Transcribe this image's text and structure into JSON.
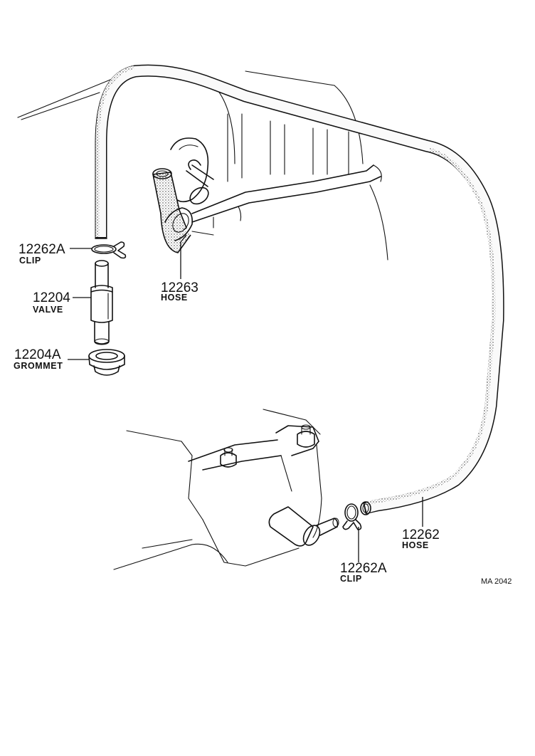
{
  "labels": {
    "clip_top": {
      "number": "12262A",
      "name": "CLIP"
    },
    "valve": {
      "number": "12204",
      "name": "VALVE"
    },
    "grommet": {
      "number": "12204A",
      "name": "GROMMET"
    },
    "hose_small": {
      "number": "12263",
      "name": "HOSE"
    },
    "hose_main": {
      "number": "12262",
      "name": "HOSE"
    },
    "clip_bottom": {
      "number": "12262A",
      "name": "CLIP"
    }
  },
  "diagram_code": "MA 2042",
  "colors": {
    "ink": "#111111",
    "paper": "#ffffff"
  }
}
